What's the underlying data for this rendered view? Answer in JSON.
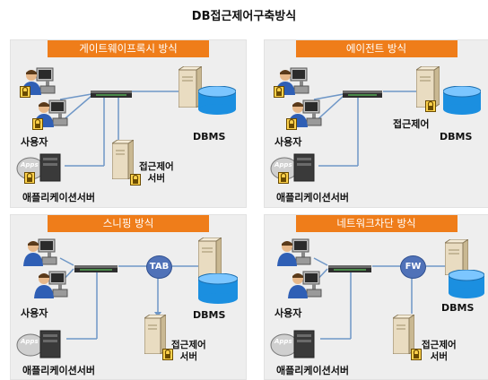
{
  "title": "DB접근제어구축방식",
  "panels": [
    {
      "banner": "게이트웨이프록시 방식",
      "user": "사용자",
      "app": "애플리케이션서버",
      "dbms": "DBMS",
      "ctrl1": "접근제어",
      "ctrl2": "서버"
    },
    {
      "banner": "에이전트 방식",
      "user": "사용자",
      "app": "애플리케이션서버",
      "dbms": "DBMS",
      "ctrl1": "접근제어"
    },
    {
      "banner": "스니핑 방식",
      "user": "사용자",
      "app": "애플리케이션서버",
      "dbms": "DBMS",
      "ctrl1": "접근제어",
      "ctrl2": "서버",
      "node": "TAB"
    },
    {
      "banner": "네트워크차단 방식",
      "user": "사용자",
      "app": "애플리케이션서버",
      "dbms": "DBMS",
      "ctrl1": "접근제어",
      "ctrl2": "서버",
      "node": "FW"
    }
  ],
  "apps_label": "Apps",
  "colors": {
    "banner": "#ef7d1a",
    "panel": "#eeeeee",
    "wire": "#6f97c7",
    "node": "#5072b8",
    "cylinder": "#1b8fe0"
  }
}
